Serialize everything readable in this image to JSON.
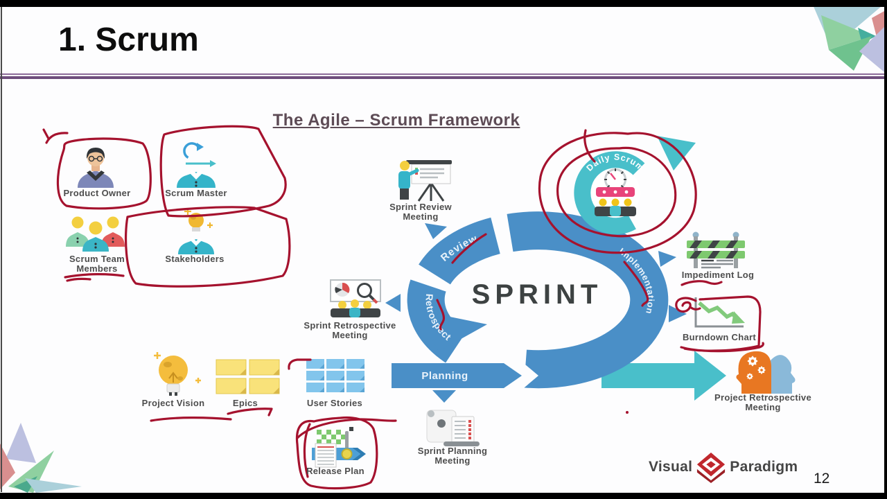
{
  "slide": {
    "title": "1. Scrum",
    "page_number": "12"
  },
  "diagram": {
    "title": "The Agile – Scrum Framework",
    "sprint_label": "SPRINT",
    "ring": {
      "review": "Review",
      "retrospect": "Retrospect",
      "planning": "Planning",
      "implementation": "Implementation",
      "daily_scrum": "Daily Scrum"
    },
    "roles": [
      {
        "label": "Product Owner"
      },
      {
        "label": "Scrum Master"
      },
      {
        "line1": "Scrum Team",
        "line2": "Members"
      },
      {
        "label": "Stakeholders"
      }
    ],
    "meetings": [
      {
        "line1": "Sprint Review",
        "line2": "Meeting"
      },
      {
        "line1": "Sprint Retrospective",
        "line2": "Meeting"
      },
      {
        "line1": "Sprint Planning",
        "line2": "Meeting"
      },
      {
        "line1": "Project Retrospective",
        "line2": "Meeting"
      }
    ],
    "artifacts": [
      {
        "label": "Project Vision"
      },
      {
        "label": "Epics"
      },
      {
        "label": "User Stories"
      },
      {
        "label": "Release Plan"
      },
      {
        "label": "Impediment Log"
      },
      {
        "label": "Burndown Chart"
      }
    ]
  },
  "footer": {
    "brand_part1": "Visual",
    "brand_part2": "Paradigm"
  },
  "colors": {
    "ring_blue": "#4a8fc7",
    "cycle_teal": "#49bfca",
    "annotation_red": "#a5122e",
    "divider_purple": "#6e4d7c",
    "heading_purple": "#5d4b55",
    "label_gray": "#4d4d4d",
    "logo_red": "#c0272d"
  }
}
